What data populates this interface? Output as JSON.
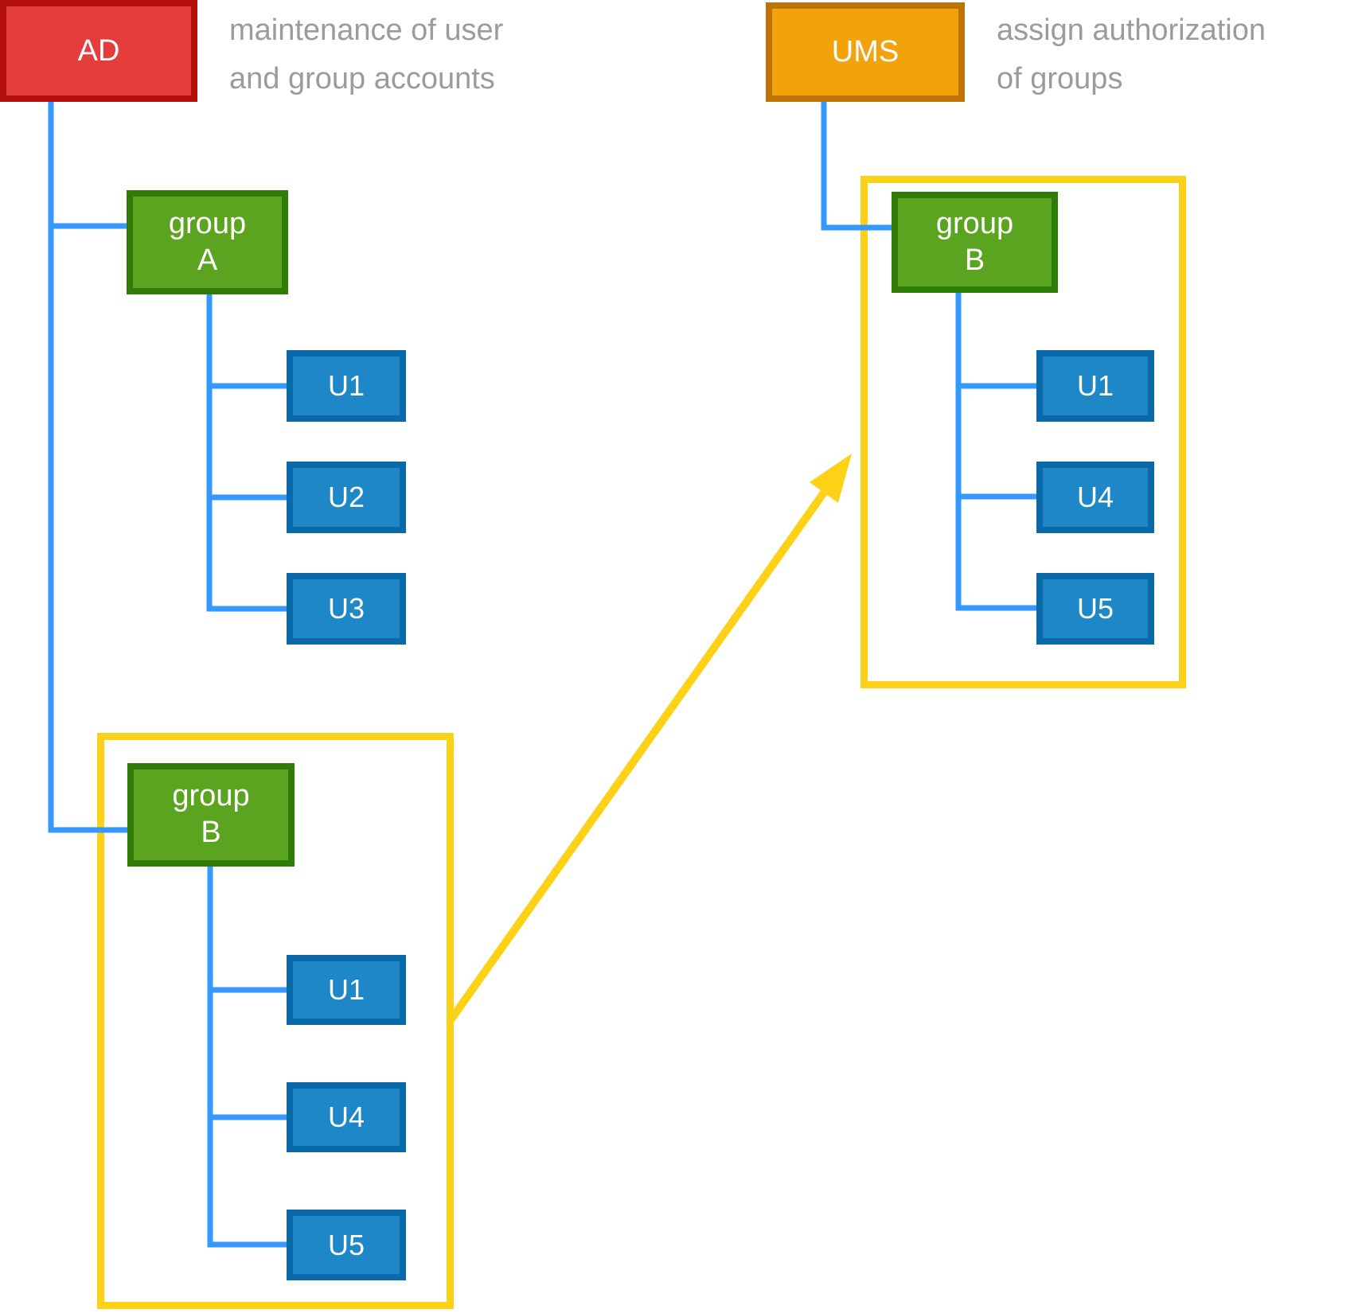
{
  "systems": {
    "ad": {
      "label": "AD",
      "note": "maintenance of user\nand group accounts"
    },
    "ums": {
      "label": "UMS",
      "note": "assign authorization\nof groups"
    }
  },
  "ad_tree": {
    "group_a": {
      "label": "group\nA",
      "users": [
        "U1",
        "U2",
        "U3"
      ]
    },
    "group_b": {
      "label": "group\nB",
      "users": [
        "U1",
        "U4",
        "U5"
      ]
    }
  },
  "ums_tree": {
    "group_b": {
      "label": "group\nB",
      "users": [
        "U1",
        "U4",
        "U5"
      ]
    }
  },
  "colors": {
    "ad_fill": "#e53c3c",
    "ad_border": "#b30f0f",
    "ums_fill": "#f2a30b",
    "ums_border": "#bf7207",
    "group_fill": "#5ba420",
    "group_border": "#2f7d06",
    "user_fill": "#1d87c8",
    "user_border": "#0a6aa9",
    "connector": "#3399ff",
    "highlight": "#fcd116",
    "note_text": "#9b9b9b"
  }
}
